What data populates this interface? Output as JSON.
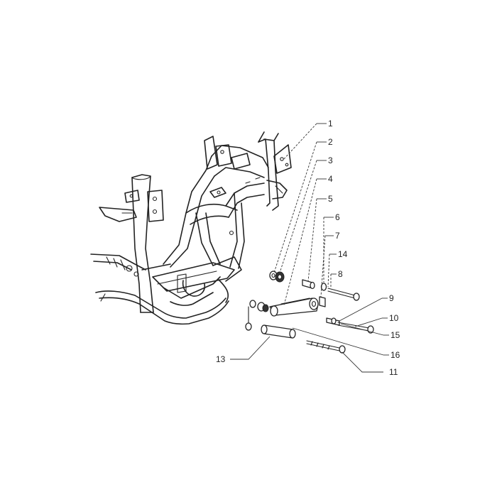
{
  "callouts": [
    {
      "id": "c1",
      "label": "1"
    },
    {
      "id": "c2",
      "label": "2"
    },
    {
      "id": "c3",
      "label": "3"
    },
    {
      "id": "c4",
      "label": "4"
    },
    {
      "id": "c5",
      "label": "5"
    },
    {
      "id": "c6",
      "label": "6"
    },
    {
      "id": "c7",
      "label": "7"
    },
    {
      "id": "c14",
      "label": "14"
    },
    {
      "id": "c8",
      "label": "8"
    },
    {
      "id": "c9",
      "label": "9"
    },
    {
      "id": "c10",
      "label": "10"
    },
    {
      "id": "c15",
      "label": "15"
    },
    {
      "id": "c16",
      "label": "16"
    },
    {
      "id": "c13",
      "label": "13"
    },
    {
      "id": "c11",
      "label": "11"
    }
  ]
}
